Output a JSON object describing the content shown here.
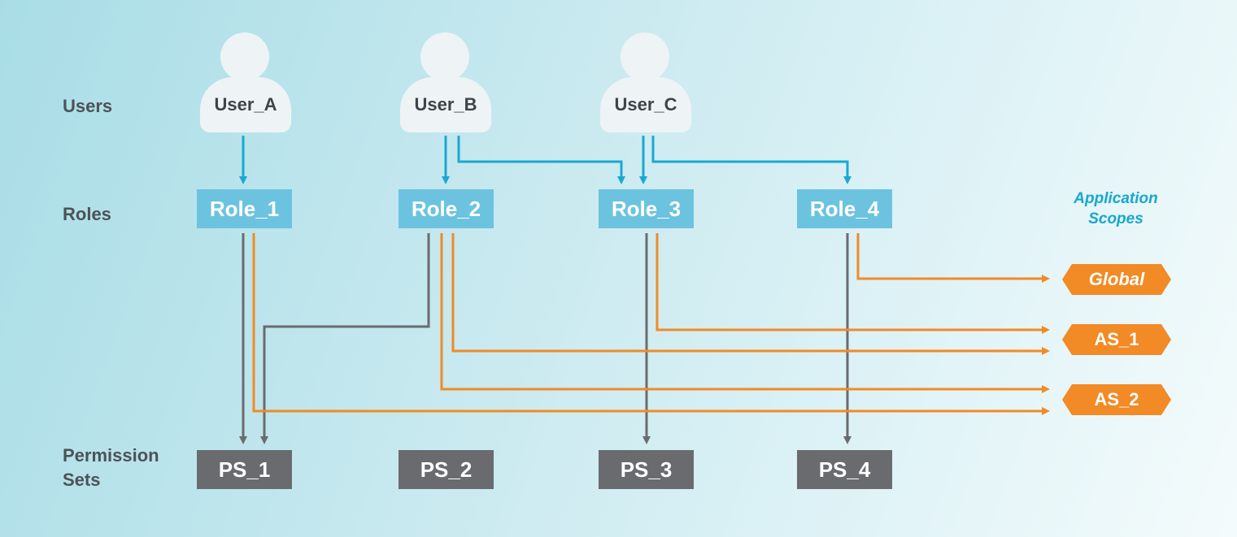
{
  "row_labels": {
    "users": "Users",
    "roles": "Roles",
    "permission_sets_line1": "Permission",
    "permission_sets_line2": "Sets"
  },
  "users": [
    "User_A",
    "User_B",
    "User_C"
  ],
  "roles": [
    "Role_1",
    "Role_2",
    "Role_3",
    "Role_4"
  ],
  "permission_sets": [
    "PS_1",
    "PS_2",
    "PS_3",
    "PS_4"
  ],
  "scopes_title_line1": "Application",
  "scopes_title_line2": "Scopes",
  "scopes": [
    "Global",
    "AS_1",
    "AS_2"
  ],
  "colors": {
    "user_fill": "#eef3f6",
    "role_fill": "#6cc3df",
    "ps_fill": "#6a6b6f",
    "scope_fill": "#f28a25",
    "user_role_line": "#19a9d2",
    "role_ps_line": "#6a6b6f",
    "role_scope_line": "#f28a25",
    "title": "#17a8cc"
  }
}
